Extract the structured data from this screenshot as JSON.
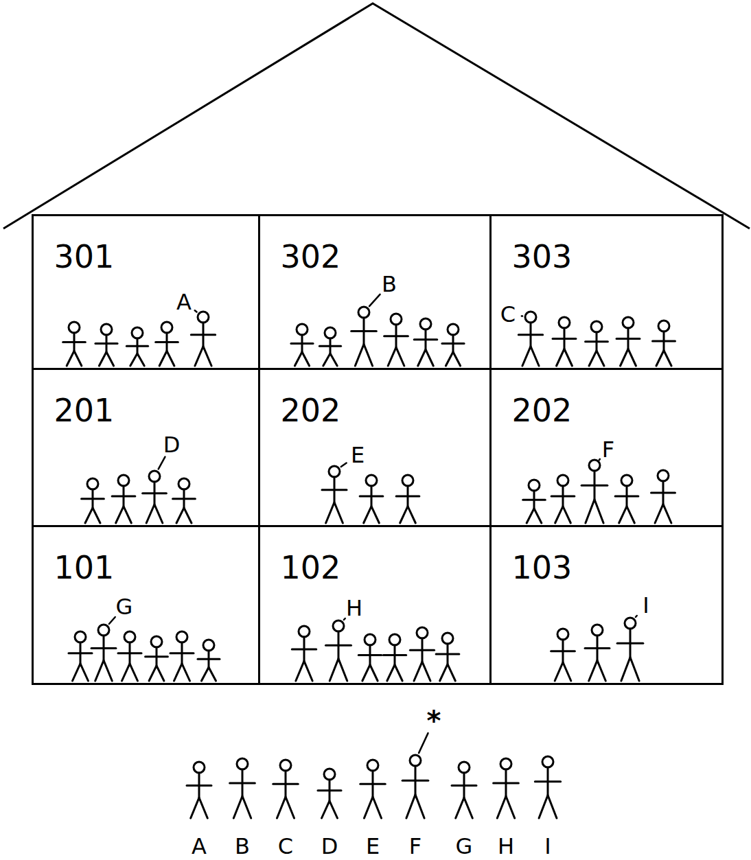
{
  "diagram": {
    "nodes": [
      {
        "text": [
          "301",
          "A"
        ]
      },
      {
        "text": [
          "302",
          "B"
        ]
      },
      {
        "text": [
          "303",
          "C"
        ]
      },
      {
        "text": [
          "201",
          "D"
        ]
      },
      {
        "text": [
          "202",
          "E"
        ]
      },
      {
        "text": [
          "202",
          "F"
        ]
      },
      {
        "text": [
          "101",
          "G"
        ]
      },
      {
        "text": [
          "102",
          "H"
        ]
      },
      {
        "text": [
          "103",
          "I"
        ]
      }
    ],
    "labels": [
      "*",
      "A",
      "B",
      "C",
      "D",
      "E",
      "F",
      "G",
      "H",
      "I"
    ]
  }
}
